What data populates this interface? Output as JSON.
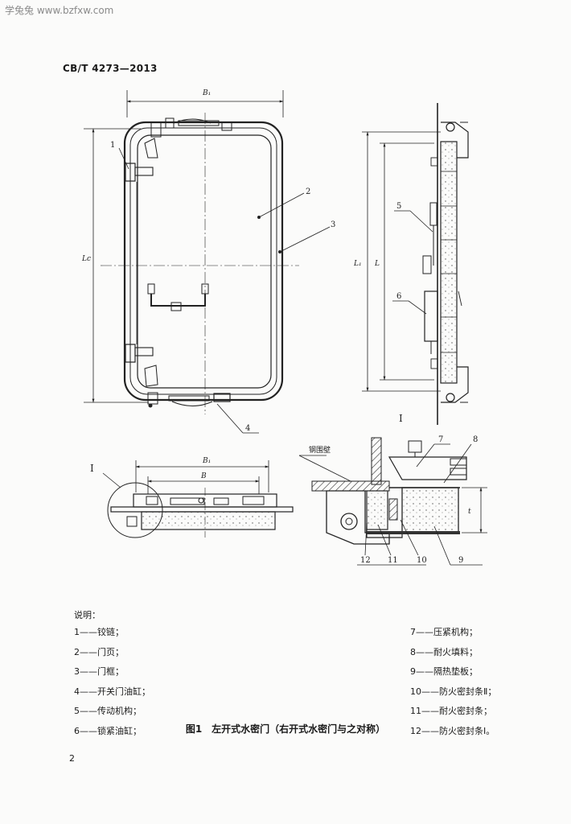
{
  "header": {
    "watermark": "学兔兔 www.bzfxw.com",
    "standard_code": "CB/T 4273—2013"
  },
  "figure": {
    "dim_labels": {
      "b1_top": "B₁",
      "lc": "Lc",
      "l1": "L₁",
      "l": "L",
      "b1_bottom": "B₁",
      "b": "B",
      "t": "t"
    },
    "callouts": [
      "1",
      "2",
      "3",
      "4",
      "5",
      "6",
      "7",
      "8",
      "9",
      "10",
      "11",
      "12"
    ],
    "detail_mark": "I",
    "steel_wall_label": "钢围壁",
    "caption": "图1　左开式水密门（右开式水密门与之对称）"
  },
  "legend": {
    "title": "说明：",
    "left": [
      "1——铰链；",
      "2——门页；",
      "3——门框；",
      "4——开关门油缸；",
      "5——传动机构；",
      "6——锁紧油缸；"
    ],
    "right": [
      "7——压紧机构；",
      "8——耐火填料；",
      "9——隔热垫板；",
      "10——防火密封条Ⅱ；",
      "11——耐火密封条；",
      "12——防火密封条Ⅰ。"
    ]
  },
  "footer": {
    "page_number": "2"
  }
}
